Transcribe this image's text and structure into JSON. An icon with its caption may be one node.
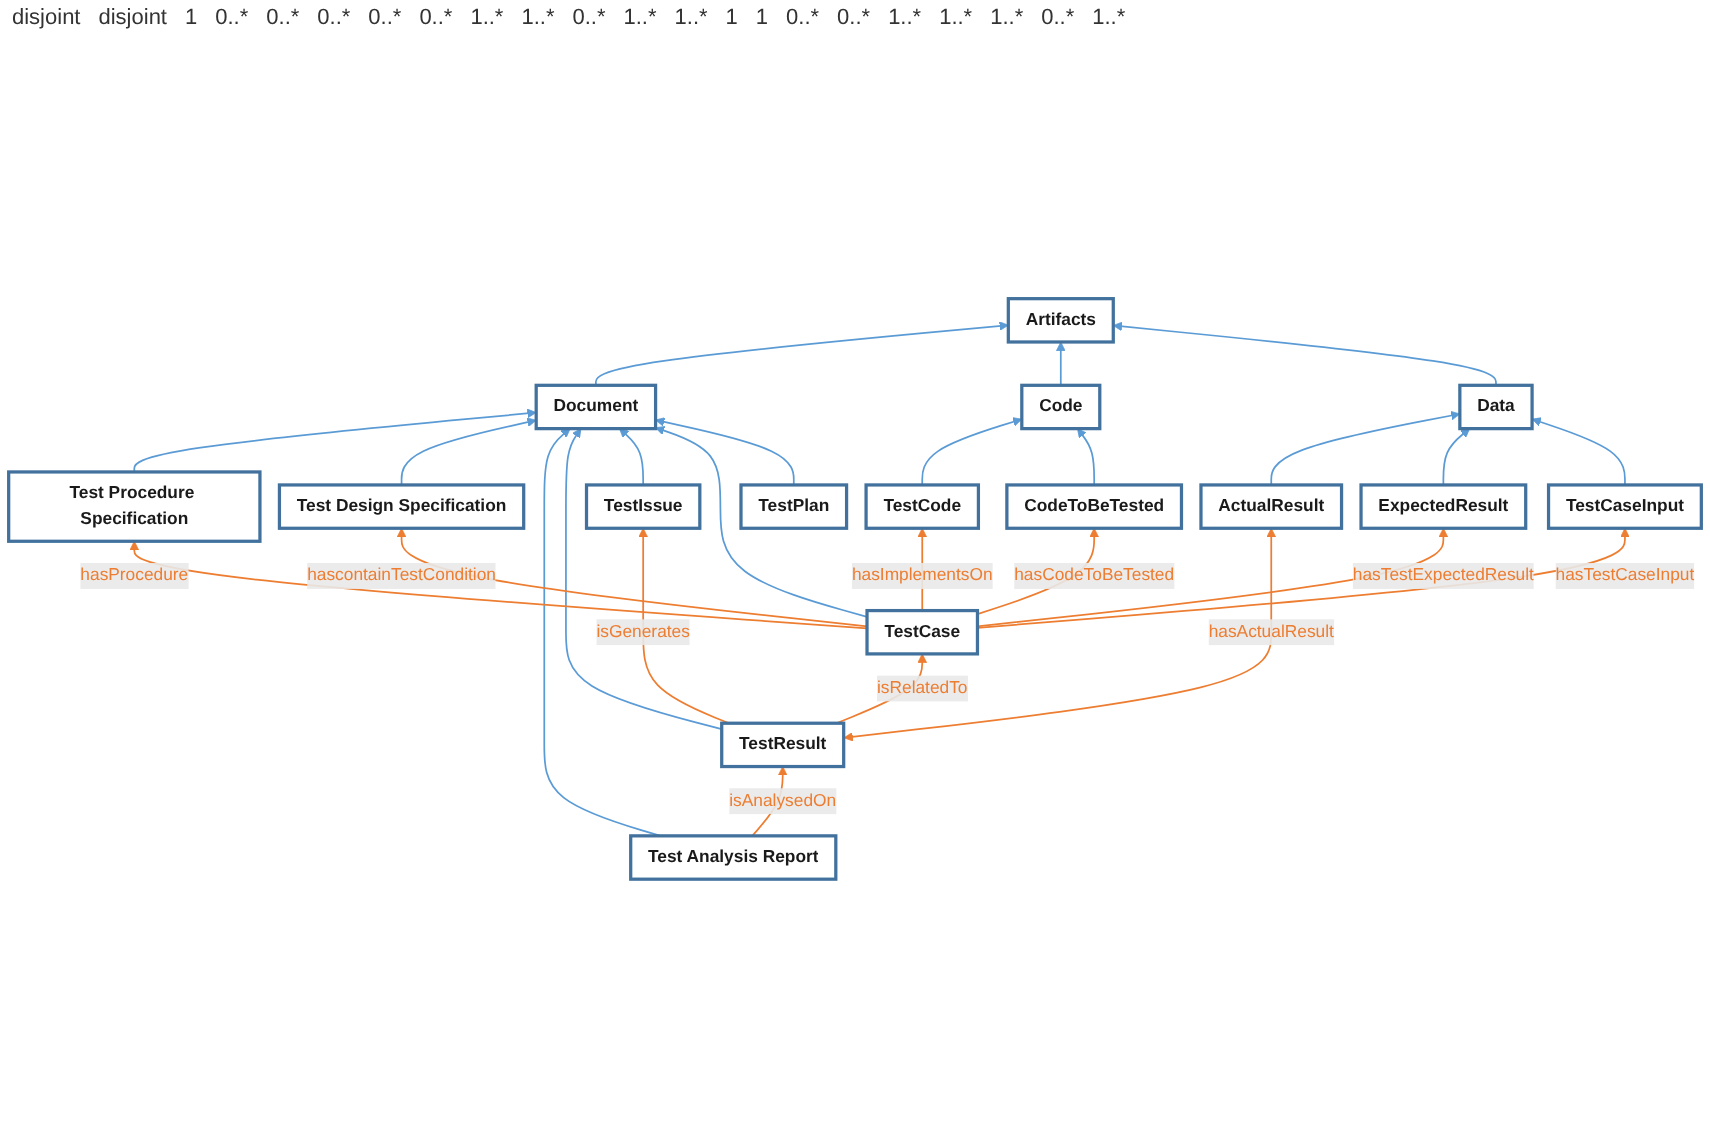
{
  "diagram": {
    "nodes": [
      {
        "text": [
          "Artifacts"
        ]
      },
      {
        "text": [
          "Document"
        ]
      },
      {
        "text": [
          "Code"
        ]
      },
      {
        "text": [
          "Data"
        ]
      },
      {
        "text": [
          "Test Procedure Specification"
        ]
      },
      {
        "text": [
          "Test Analysis Report"
        ]
      },
      {
        "text": [
          "TestIssue"
        ]
      },
      {
        "text": [
          "TestPlan"
        ]
      },
      {
        "text": [
          "ActualResult"
        ]
      },
      {
        "text": [
          "TestCode"
        ]
      },
      {
        "text": [
          "ExpectedResult"
        ]
      },
      {
        "text": [
          "TestResult"
        ]
      },
      {
        "text": [
          "Test Design Specification"
        ]
      },
      {
        "text": [
          "TestCaseInput"
        ]
      },
      {
        "text": [
          "TestCase"
        ]
      },
      {
        "text": [
          "CodeToBeTested"
        ]
      }
    ],
    "edges": [
      {
        "from": 1,
        "to": 0,
        "arrow": "to"
      },
      {
        "from": 2,
        "to": 0,
        "arrow": "to"
      },
      {
        "from": 3,
        "to": 0,
        "arrow": "to"
      },
      {
        "from": 4,
        "to": 1,
        "arrow": "to"
      },
      {
        "from": 12,
        "to": 1,
        "arrow": "to"
      },
      {
        "from": 5,
        "to": 1,
        "arrow": "to"
      },
      {
        "from": 11,
        "to": 1,
        "arrow": "to"
      },
      {
        "from": 6,
        "to": 1,
        "arrow": "to"
      },
      {
        "from": 14,
        "to": 1,
        "arrow": "to"
      },
      {
        "from": 7,
        "to": 1,
        "arrow": "to"
      },
      {
        "from": 9,
        "to": 2,
        "arrow": "to"
      },
      {
        "from": 15,
        "to": 2,
        "arrow": "to"
      },
      {
        "from": 8,
        "to": 3,
        "arrow": "to"
      },
      {
        "from": 10,
        "to": 3,
        "arrow": "to"
      },
      {
        "from": 13,
        "to": 3,
        "arrow": "to"
      },
      {
        "from": 5,
        "to": 11,
        "arrow": "to",
        "label": "isAnalysedOn",
        "color": "#ed7d31"
      },
      {
        "from": 11,
        "to": 6,
        "arrow": "to",
        "label": "isGenerates",
        "color": "#ed7d31"
      },
      {
        "from": 14,
        "to": 9,
        "arrow": "to",
        "label": "hasImplementsOn",
        "color": "#ed7d31"
      },
      {
        "from": 11,
        "to": 8,
        "arrow": "both",
        "label": "hasActualResult",
        "color": "#ed7d31"
      },
      {
        "from": 11,
        "to": 14,
        "arrow": "to",
        "label": "isRelatedTo",
        "color": "#ed7d31"
      },
      {
        "from": 14,
        "to": 12,
        "arrow": "to",
        "label": "hascontainTestCondition",
        "color": "#ed7d31"
      },
      {
        "from": 14,
        "to": 15,
        "arrow": "to",
        "label": "hasCodeToBeTested",
        "color": "#ed7d31"
      },
      {
        "from": 14,
        "to": 4,
        "arrow": "to",
        "label": "hasProcedure",
        "color": "#ed7d31"
      },
      {
        "from": 14,
        "to": 13,
        "arrow": "to",
        "label": "hasTestCaseInput",
        "color": "#ed7d31"
      },
      {
        "from": 14,
        "to": 10,
        "arrow": "to",
        "label": "hasTestExpectedResult",
        "color": "#ed7d31"
      }
    ],
    "labels": [
      "disjoint",
      "disjoint",
      "1",
      "0..*",
      "0..*",
      "0..*",
      "0..*",
      "0..*",
      "1..*",
      "1..*",
      "0..*",
      "1..*",
      "1..*",
      "1",
      "1",
      "0..*",
      "0..*",
      "1..*",
      "1..*",
      "1..*",
      "0..*",
      "1..*"
    ]
  }
}
